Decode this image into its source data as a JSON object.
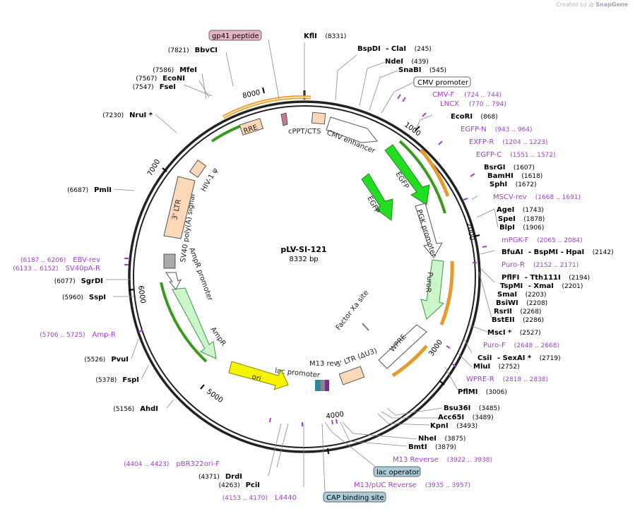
{
  "credit": {
    "prefix": "Created by",
    "brand": "SnapGene"
  },
  "plasmid": {
    "name": "pLV-SI-121",
    "length": 8332,
    "length_label": "8332 bp"
  },
  "colors": {
    "backbone": "#222222",
    "primer": "#a040c8",
    "site": "#000000",
    "egfp": "#22dd22",
    "puro": "#ccf5cc",
    "ampr": "#ccf5cc",
    "ori": "#f5f500",
    "ltr": "#fcd8b8",
    "misc_feature": "#ffffff",
    "polya": "#a8aaac",
    "gp41_label_bg": "#e8b4c4",
    "lac_label_bg": "#a8ccd8"
  },
  "ticks": [
    "1000",
    "2000",
    "3000",
    "4000",
    "5000",
    "6000",
    "7000",
    "8000"
  ],
  "features": [
    {
      "name": "cPPT/CTS",
      "kind": "box",
      "color": "ltr"
    },
    {
      "name": "CMV enhancer",
      "kind": "arrow",
      "color": "misc_feature"
    },
    {
      "name": "EGFP",
      "kind": "arrow",
      "color": "egfp"
    },
    {
      "name": "EGFP",
      "kind": "arrow",
      "color": "egfp"
    },
    {
      "name": "PGK promoter",
      "kind": "arrow",
      "color": "misc_feature"
    },
    {
      "name": "PuroR",
      "kind": "arrow",
      "color": "puro"
    },
    {
      "name": "WPRE",
      "kind": "box",
      "color": "misc_feature"
    },
    {
      "name": "Factor Xa site",
      "kind": "tick",
      "color": "misc_feature"
    },
    {
      "name": "3' LTR (ΔU3)",
      "kind": "box",
      "color": "ltr"
    },
    {
      "name": "M13 rev",
      "kind": "small",
      "color": "misc_feature"
    },
    {
      "name": "lac promoter",
      "kind": "small",
      "color": "misc_feature"
    },
    {
      "name": "ori",
      "kind": "arrow",
      "color": "ori"
    },
    {
      "name": "AmpR",
      "kind": "arrow",
      "color": "ampr"
    },
    {
      "name": "AmpR promoter",
      "kind": "arrow",
      "color": "misc_feature"
    },
    {
      "name": "SV40 poly(A) signal",
      "kind": "box",
      "color": "polya"
    },
    {
      "name": "3' LTR",
      "kind": "box",
      "color": "ltr"
    },
    {
      "name": "HIV-1 ψ",
      "kind": "box",
      "color": "ltr"
    },
    {
      "name": "RRE",
      "kind": "box",
      "color": "ltr"
    }
  ],
  "sites_right": [
    {
      "name": "KflI",
      "pos": "(8331)"
    },
    {
      "name": "BspDI",
      "suffix": "- ClaI",
      "pos": "(245)"
    },
    {
      "name": "NdeI",
      "pos": "(439)"
    },
    {
      "name": "SnaBI",
      "pos": "(545)"
    },
    {
      "name": "CMV promoter",
      "boxed": true
    },
    {
      "name": "CMV-F",
      "pos": "(724 .. 744)",
      "primer": true
    },
    {
      "name": "LNCX",
      "pos": "(770 .. 794)",
      "primer": true
    },
    {
      "name": "EcoRI",
      "pos": "(868)"
    },
    {
      "name": "EGFP-N",
      "pos": "(943 .. 964)",
      "primer": true
    },
    {
      "name": "EXFP-R",
      "pos": "(1204 .. 1223)",
      "primer": true
    },
    {
      "name": "EGFP-C",
      "pos": "(1551 .. 1572)",
      "primer": true
    },
    {
      "name": "BsrGI",
      "pos": "(1607)"
    },
    {
      "name": "BamHI",
      "pos": "(1618)"
    },
    {
      "name": "SphI",
      "pos": "(1672)"
    },
    {
      "name": "MSCV-rev",
      "pos": "(1668 .. 1691)",
      "primer": true
    },
    {
      "name": "AgeI",
      "pos": "(1743)"
    },
    {
      "name": "SpeI",
      "pos": "(1878)"
    },
    {
      "name": "BlpI",
      "pos": "(1906)"
    },
    {
      "name": "mPGK-F",
      "pos": "(2065 .. 2084)",
      "primer": true
    },
    {
      "name": "BfuAI",
      "suffix": "- BspMI  - HpaI",
      "pos": "(2142)"
    },
    {
      "name": "Puro-R",
      "pos": "(2152 .. 2171)",
      "primer": true
    },
    {
      "name": "PflFI",
      "suffix": "- Tth111I",
      "pos": "(2194)"
    },
    {
      "name": "TspMI",
      "suffix": "- XmaI",
      "pos": "(2201)"
    },
    {
      "name": "SmaI",
      "pos": "(2203)"
    },
    {
      "name": "BsiWI",
      "pos": "(2208)"
    },
    {
      "name": "RsrII",
      "pos": "(2268)"
    },
    {
      "name": "BstEII",
      "pos": "(2286)"
    },
    {
      "name": "MscI *",
      "pos": "(2527)"
    },
    {
      "name": "Puro-F",
      "pos": "(2648 .. 2668)",
      "primer": true
    },
    {
      "name": "CsiI",
      "suffix": "- SexAI *",
      "pos": "(2719)"
    },
    {
      "name": "MluI",
      "pos": "(2752)"
    },
    {
      "name": "WPRE-R",
      "pos": "(2818 .. 2838)",
      "primer": true
    },
    {
      "name": "PflMI",
      "pos": "(3006)"
    },
    {
      "name": "Bsu36I",
      "pos": "(3485)"
    },
    {
      "name": "Acc65I",
      "pos": "(3489)"
    },
    {
      "name": "KpnI",
      "pos": "(3493)"
    },
    {
      "name": "NheI",
      "pos": "(3875)"
    },
    {
      "name": "BmtI",
      "pos": "(3879)"
    },
    {
      "name": "M13 Reverse",
      "pos": "(3922 .. 3938)",
      "primer": true
    },
    {
      "name": "lac operator",
      "boxed": true
    },
    {
      "name": "M13/pUC Reverse",
      "pos": "(3935 .. 3957)",
      "primer": true
    },
    {
      "name": "CAP binding site",
      "boxed": true
    }
  ],
  "sites_left": [
    {
      "name": "gp41 peptide",
      "boxed": true
    },
    {
      "name": "BbvCI",
      "pos": "(7821)"
    },
    {
      "name": "MfeI",
      "pos": "(7586)"
    },
    {
      "name": "EcoNI",
      "pos": "(7567)"
    },
    {
      "name": "FseI",
      "pos": "(7547)"
    },
    {
      "name": "NruI *",
      "pos": "(7230)"
    },
    {
      "name": "PmlI",
      "pos": "(6687)"
    },
    {
      "name": "EBV-rev",
      "pos": "(6187 .. 6206)",
      "primer": true
    },
    {
      "name": "SV40pA-R",
      "pos": "(6133 .. 6152)",
      "primer": true
    },
    {
      "name": "SgrDI",
      "pos": "(6077)"
    },
    {
      "name": "SspI",
      "pos": "(5960)"
    },
    {
      "name": "Amp-R",
      "pos": "(5706 .. 5725)",
      "primer": true
    },
    {
      "name": "PvuI",
      "pos": "(5526)"
    },
    {
      "name": "FspI",
      "pos": "(5378)"
    },
    {
      "name": "AhdI",
      "pos": "(5156)"
    },
    {
      "name": "pBR322ori-F",
      "pos": "(4404 .. 4423)",
      "primer": true
    },
    {
      "name": "DrdI",
      "pos": "(4371)"
    },
    {
      "name": "PciI",
      "pos": "(4263)"
    },
    {
      "name": "L4440",
      "pos": "(4153 .. 4170)",
      "primer": true
    }
  ]
}
